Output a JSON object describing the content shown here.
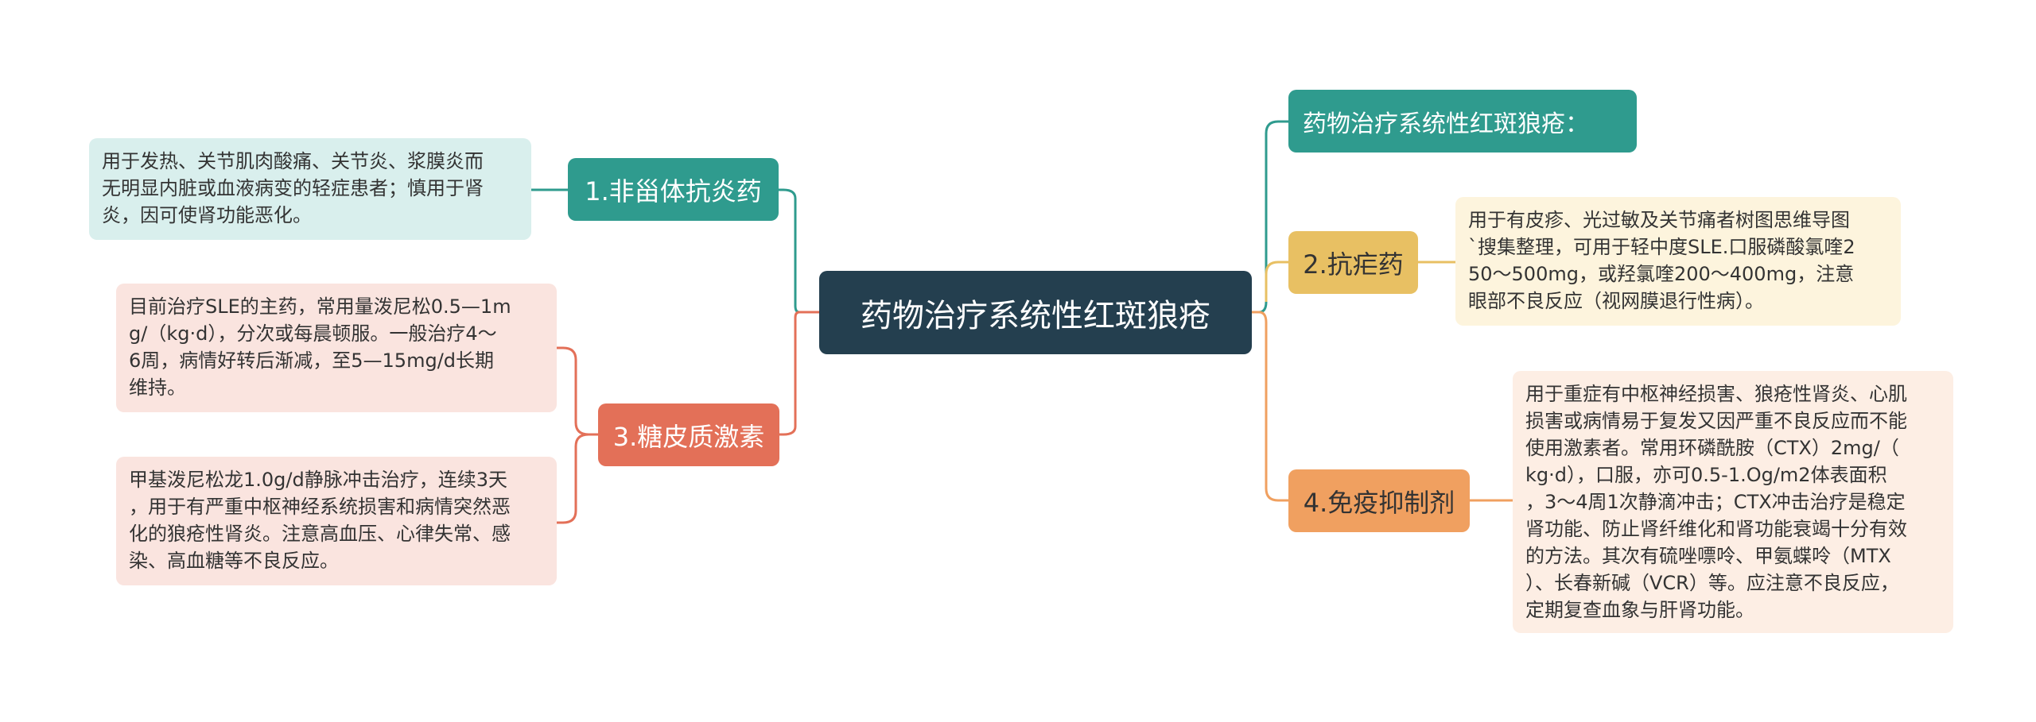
{
  "center": {
    "label": "药物治疗系统性红斑狼疮"
  },
  "colors": {
    "center_bg": "#243f4f",
    "teal": "#2f9b8e",
    "teal_light": "#d9efed",
    "red": "#e37058",
    "red_light": "#fae4df",
    "yellow": "#e8c063",
    "yellow_light": "#fdf4dd",
    "orange": "#f0a060",
    "orange_light": "#fdeee4"
  },
  "branches": {
    "nsaid": {
      "label": "1.非甾体抗炎药",
      "detail": [
        "用于发热、关节肌肉酸痛、关节炎、浆膜炎而",
        "无明显内脏或血液病变的轻症患者；慎用于肾",
        "炎，因可使肾功能恶化。"
      ]
    },
    "steroid": {
      "label": "3.糖皮质激素",
      "details": [
        [
          "目前治疗SLE的主药，常用量泼尼松0.5—1m",
          "g/（kg·d），分次或每晨顿服。一般治疗4～",
          "6周，病情好转后渐减，至5—15mg/d长期",
          "维持。"
        ],
        [
          "甲基泼尼松龙1.0g/d静脉冲击治疗，连续3天",
          "，用于有严重中枢神经系统损害和病情突然恶",
          "化的狼疮性肾炎。注意高血压、心律失常、感",
          "染、高血糖等不良反应。"
        ]
      ]
    },
    "intro": {
      "label": "药物治疗系统性红斑狼疮："
    },
    "antimalarial": {
      "label": "2.抗疟药",
      "detail": [
        "用于有皮疹、光过敏及关节痛者树图思维导图",
        "`搜集整理，可用于轻中度SLE.口服磷酸氯喹2",
        "50～500mg，或羟氯喹200～400mg，注意",
        "眼部不良反应（视网膜退行性病）。"
      ]
    },
    "immuno": {
      "label": "4.免疫抑制剂",
      "detail": [
        "用于重症有中枢神经损害、狼疮性肾炎、心肌",
        "损害或病情易于复发又因严重不良反应而不能",
        "使用激素者。常用环磷酰胺（CTX）2mg/（",
        "kg·d），口服，亦可0.5-1.Og/m2体表面积",
        "，3～4周1次静滴冲击；CTX冲击治疗是稳定",
        "肾功能、防止肾纤维化和肾功能衰竭十分有效",
        "的方法。其次有硫唑嘌呤、甲氨蝶呤（MTX",
        "）、长春新碱（VCR）等。应注意不良反应，",
        "定期复查血象与肝肾功能。"
      ]
    }
  }
}
